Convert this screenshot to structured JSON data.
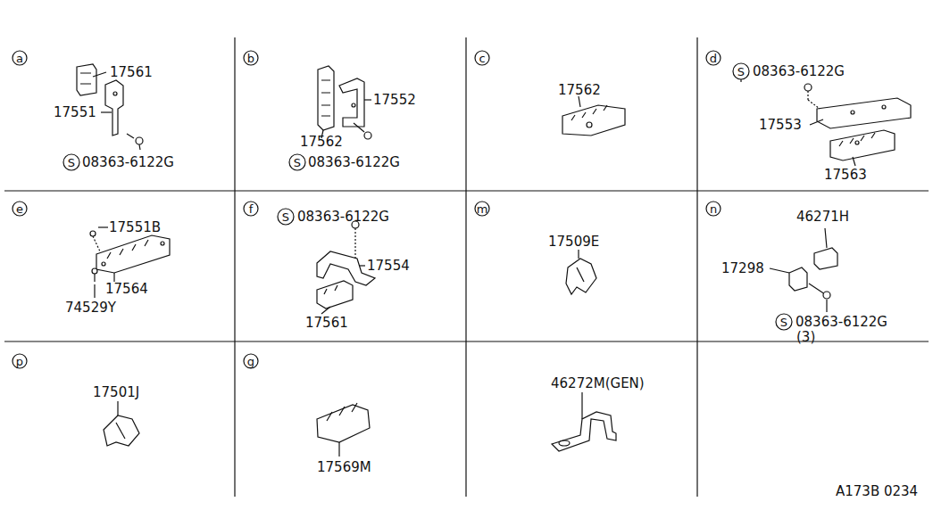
{
  "diagram": {
    "labels": [
      "a",
      "17561",
      "17551",
      "S",
      "08363-6122G",
      "b",
      "17552",
      "17562",
      "S",
      "08363-6122G",
      "c",
      "17562",
      "d",
      "S",
      "08363-6122G",
      "17553",
      "17563",
      "e",
      "17551B",
      "17564",
      "74529Y",
      "f",
      "S",
      "08363-6122G",
      "17554",
      "17561",
      "m",
      "17509E",
      "n",
      "46271H",
      "17298",
      "S",
      "08363-6122G",
      "(3)",
      "p",
      "17501J",
      "g",
      "17569M",
      "46272M(GEN)",
      "A173B 0234"
    ]
  }
}
